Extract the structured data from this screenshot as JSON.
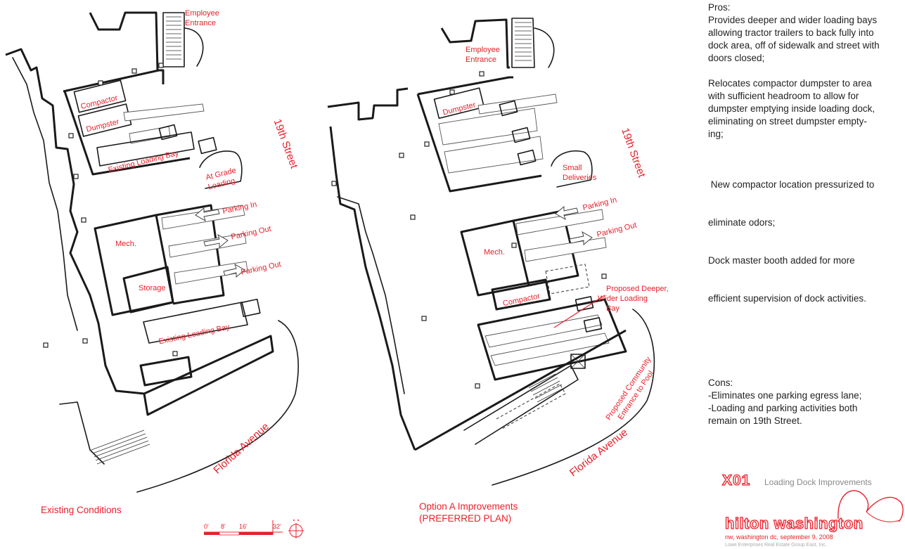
{
  "notes": {
    "pros_heading": "Pros:",
    "pros_1": [
      "Provides deeper and wider loading bays",
      "allowing tractor trailers to back fully into",
      "dock area, off of sidewalk and street with",
      "doors closed;"
    ],
    "pros_2": [
      "Relocates compactor dumpster to area",
      "with sufficient headroom to allow for",
      "dumpster emptying inside loading dock,",
      "eliminating on street dumpster empty-",
      "ing;"
    ],
    "pros_3": [
      " New compactor location pressurized to",
      "eliminate odors;",
      "Dock master booth added for more",
      "efficient supervision of dock activities."
    ],
    "cons_heading": "Cons:",
    "cons": [
      "-Eliminates one parking egress lane;",
      "-Loading and parking activities both",
      "remain on 19th Street."
    ]
  },
  "existing_plan": {
    "caption": "Existing Conditions",
    "labels": {
      "employee_entrance": [
        "Employee",
        "Entrance"
      ],
      "compactor": "Compactor",
      "dumpster": "Dumpster",
      "existing_loading_bay_top": "Existing Loading Bay",
      "at_grade_loading": [
        "At Grade",
        "Loading"
      ],
      "parking_in": "Parking In",
      "parking_out_1": "Parking Out",
      "parking_out_2": "Parking Out",
      "mech": "Mech.",
      "storage": "Storage",
      "existing_loading_bay_bottom": "Existing Loading Bay",
      "street_19th": "19th Street",
      "florida_ave": "Florida Avenue"
    }
  },
  "option_a_plan": {
    "caption": [
      "Option A Improvements",
      "(PREFERRED PLAN)"
    ],
    "labels": {
      "employee_entrance": [
        "Employee",
        "Entrance"
      ],
      "dumpster": "Dumpster",
      "small_deliveries": [
        "Small",
        "Deliveries"
      ],
      "parking_in": "Parking In",
      "parking_out": "Parking Out",
      "mech": "Mech.",
      "compactor": "Compactor",
      "proposed_bay": [
        "Proposed Deeper,",
        "Wider Loading",
        "Bay"
      ],
      "community_entrance": [
        "Proposed Community",
        "Entrance to Pool"
      ],
      "street_19th": "19th Street",
      "florida_ave": "Florida Avenue"
    }
  },
  "scale_bar": {
    "ticks": [
      "0'",
      "8'",
      "16'",
      "32'"
    ]
  },
  "title_block": {
    "sheet_code": "X01",
    "sheet_title": "Loading Dock Improvements",
    "project": "hilton washington",
    "location_date": "nw, washington dc, september 9, 2008",
    "firm": "Lowe Enterprises Real Estate Group East, Inc."
  },
  "colors": {
    "accent": "#e8202a",
    "ink": "#1a1a1a",
    "text": "#222222"
  }
}
